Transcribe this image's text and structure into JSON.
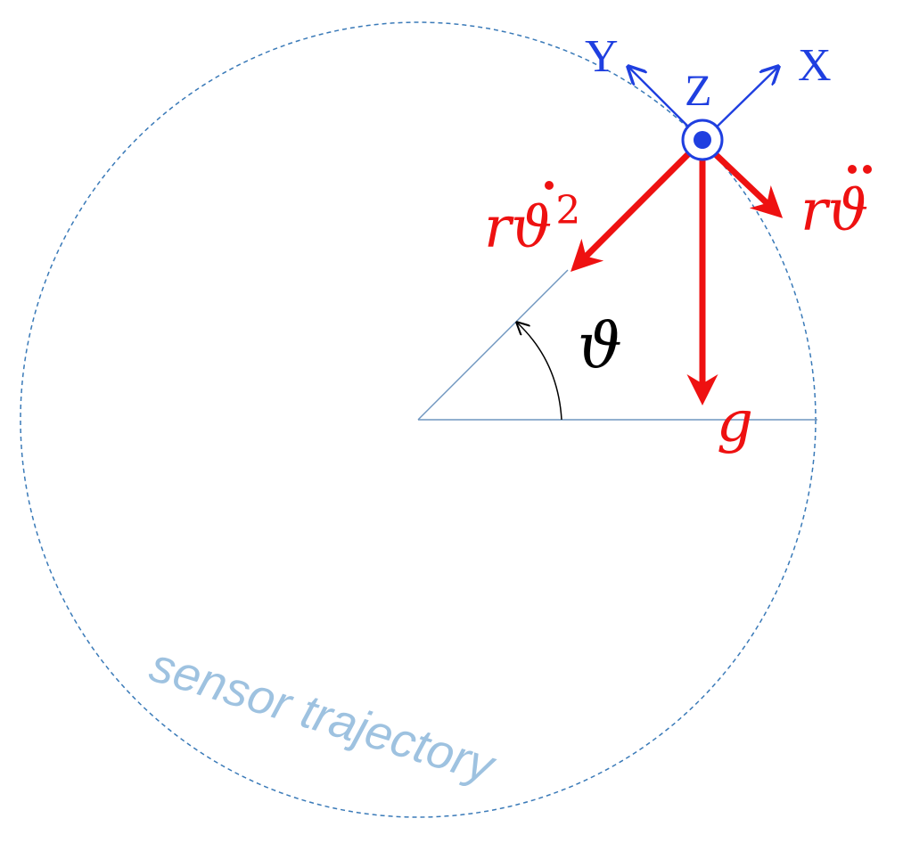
{
  "axes": {
    "x_label": "X",
    "y_label": "Y",
    "z_label": "Z"
  },
  "vectors": {
    "centripetal_base": "rϑ",
    "centripetal_exp": "2",
    "tangential_label": "rϑ",
    "gravity_label": "g"
  },
  "angle": {
    "label": "ϑ"
  },
  "trajectory": {
    "label": "sensor trajectory"
  },
  "colors": {
    "axes": "#1f3fe0",
    "vectors": "#ee1111",
    "trajectory": "#3a7ab8",
    "trajectory_label": "#9ec2e0",
    "reference_lines": "#6e95bf"
  }
}
